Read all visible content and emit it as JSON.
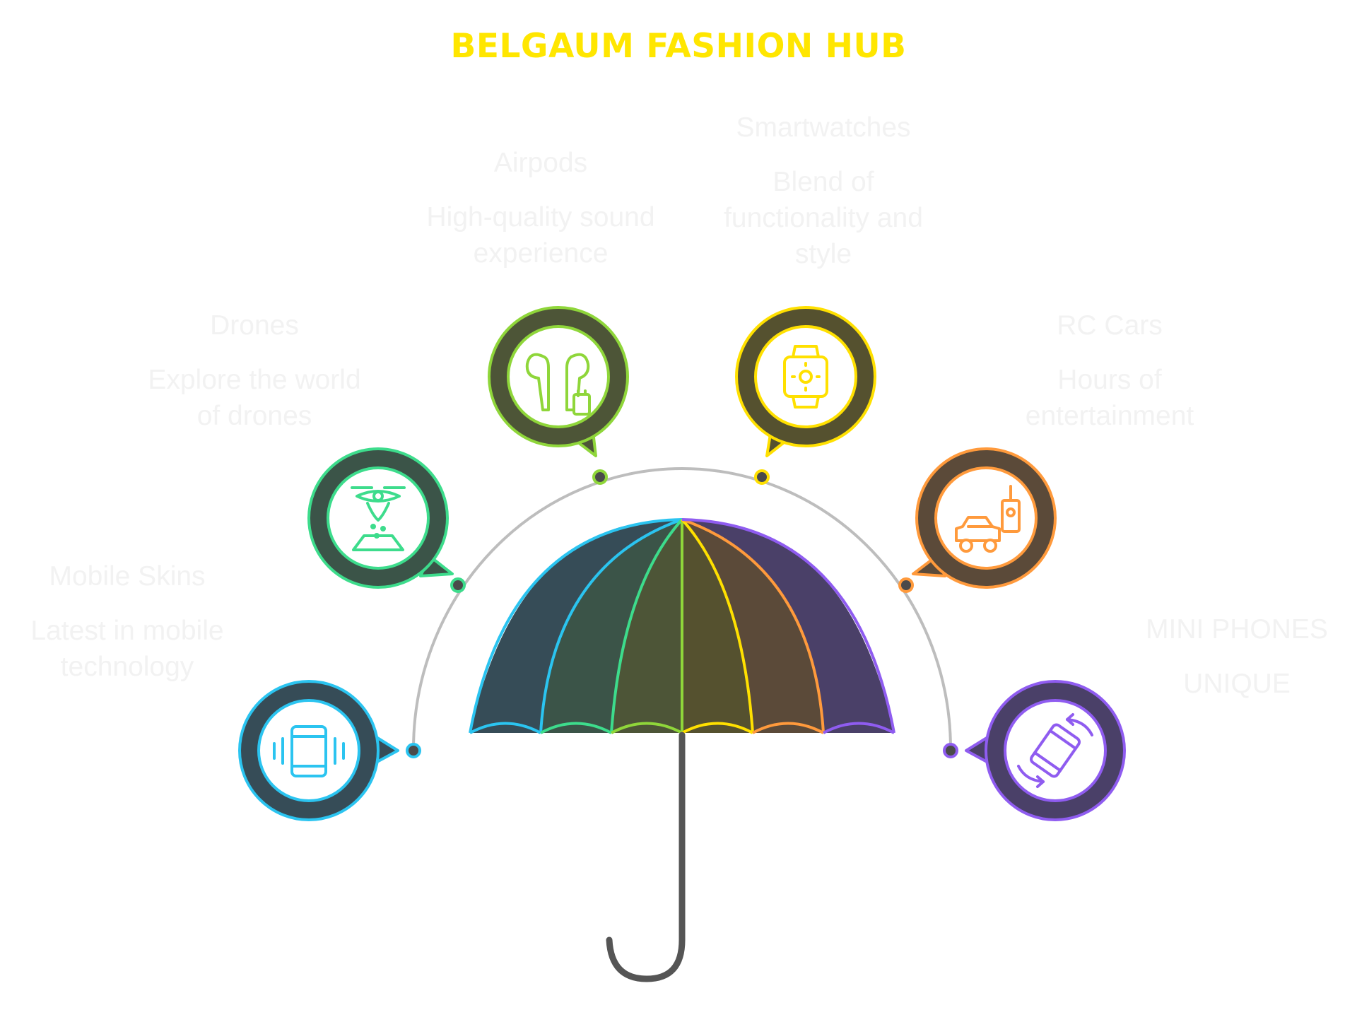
{
  "title": "BELGAUM FASHION HUB",
  "colors": {
    "title": "#ffe600",
    "label_text": "#f2f2f2",
    "arc": "#bdbdbd",
    "handle": "#555555",
    "circle_fill": "#4a4a3a"
  },
  "items": [
    {
      "title": "Mobile Skins",
      "description": "Latest in mobile technology",
      "icon": "phone-vibrate-icon",
      "color": "#2bc4f0"
    },
    {
      "title": "Drones",
      "description": "Explore the world of drones",
      "icon": "drone-icon",
      "color": "#3ddc8c"
    },
    {
      "title": "Airpods",
      "description": "High-quality sound experience",
      "icon": "earbuds-icon",
      "color": "#8fd63a"
    },
    {
      "title": "Smartwatches",
      "description": "Blend of functionality and style",
      "icon": "smartwatch-icon",
      "color": "#ffe000"
    },
    {
      "title": "RC Cars",
      "description": "Hours of entertainment",
      "icon": "rc-car-icon",
      "color": "#ff9a3c"
    },
    {
      "title": "MINI PHONES",
      "description": "UNIQUE",
      "icon": "phone-rotate-icon",
      "color": "#8f5cf0"
    }
  ]
}
